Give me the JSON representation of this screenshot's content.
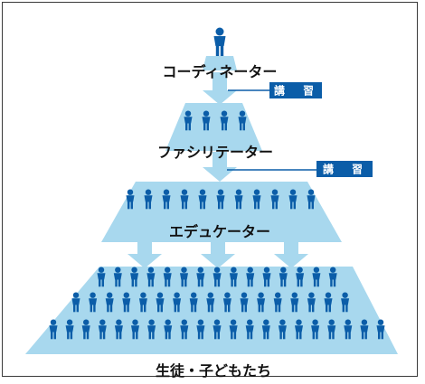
{
  "colors": {
    "pyramid": "#a8d8ee",
    "person": "#0b5da8",
    "tag_bg": "#0b5da8",
    "tag_text": "#ffffff",
    "label": "#111111",
    "frame": "#3a3a3a"
  },
  "levels": [
    {
      "label": "コーディネーター"
    },
    {
      "label": "ファシリテーター"
    },
    {
      "label": "エデュケーター"
    },
    {
      "label": "生徒・子どもたち"
    }
  ],
  "tags": [
    {
      "label": "講　習"
    },
    {
      "label": "講　習"
    }
  ],
  "icons": {
    "person": "person-icon",
    "arrow": "arrow-down-icon"
  }
}
